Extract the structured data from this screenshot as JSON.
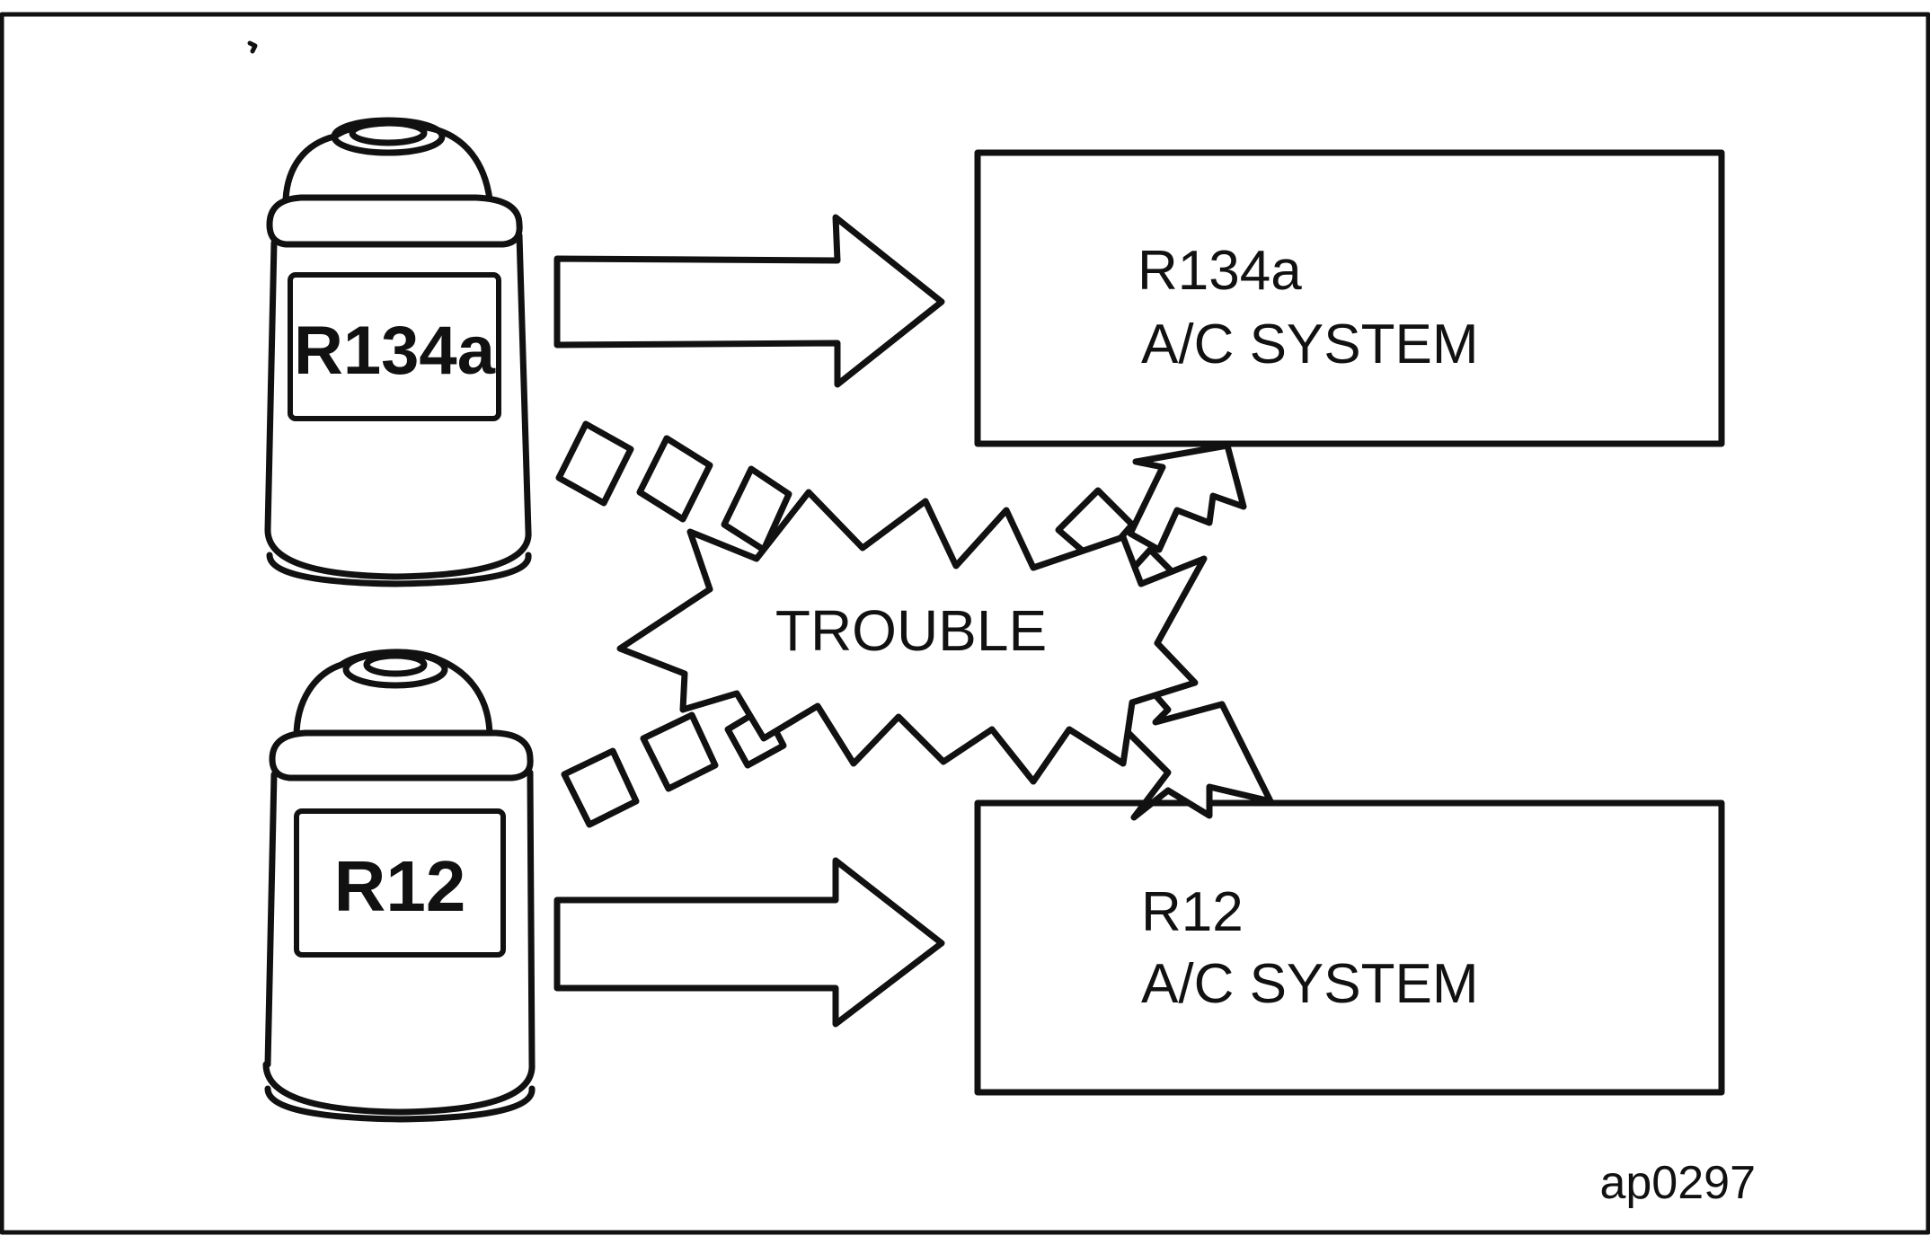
{
  "cans": {
    "top": {
      "label": "R134a"
    },
    "bottom": {
      "label": "R12"
    }
  },
  "systems": {
    "top": {
      "line1": "R134a",
      "line2": "A/C SYSTEM"
    },
    "bottom": {
      "line1": "R12",
      "line2": "A/C SYSTEM"
    }
  },
  "trouble_label": "TROUBLE",
  "figure_id": "ap0297",
  "colors": {
    "ink": "#111111",
    "paper": "#ffffff"
  }
}
